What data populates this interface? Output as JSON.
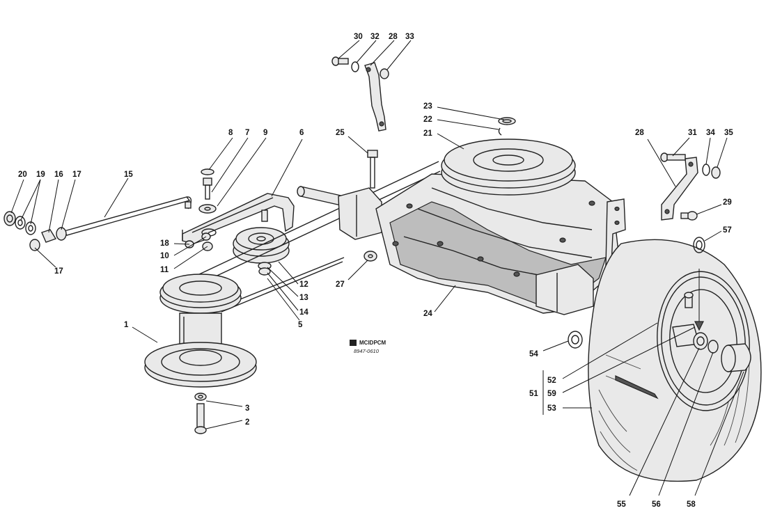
{
  "diagram": {
    "logo_text": "MCIDPCM",
    "drawing_code": "8947-0610",
    "group_bracket_label": "51"
  },
  "callouts": [
    {
      "id": "c1",
      "text": "1"
    },
    {
      "id": "c2",
      "text": "2"
    },
    {
      "id": "c3",
      "text": "3"
    },
    {
      "id": "c5",
      "text": "5"
    },
    {
      "id": "c6",
      "text": "6"
    },
    {
      "id": "c7",
      "text": "7"
    },
    {
      "id": "c8",
      "text": "8"
    },
    {
      "id": "c9",
      "text": "9"
    },
    {
      "id": "c10",
      "text": "10"
    },
    {
      "id": "c11",
      "text": "11"
    },
    {
      "id": "c12",
      "text": "12"
    },
    {
      "id": "c13",
      "text": "13"
    },
    {
      "id": "c14",
      "text": "14"
    },
    {
      "id": "c15",
      "text": "15"
    },
    {
      "id": "c16",
      "text": "16"
    },
    {
      "id": "c17a",
      "text": "17"
    },
    {
      "id": "c17b",
      "text": "17"
    },
    {
      "id": "c18",
      "text": "18"
    },
    {
      "id": "c19",
      "text": "19"
    },
    {
      "id": "c20",
      "text": "20"
    },
    {
      "id": "c21",
      "text": "21"
    },
    {
      "id": "c22",
      "text": "22"
    },
    {
      "id": "c23",
      "text": "23"
    },
    {
      "id": "c24",
      "text": "24"
    },
    {
      "id": "c25",
      "text": "25"
    },
    {
      "id": "c27",
      "text": "27"
    },
    {
      "id": "c28a",
      "text": "28"
    },
    {
      "id": "c28b",
      "text": "28"
    },
    {
      "id": "c29",
      "text": "29"
    },
    {
      "id": "c30",
      "text": "30"
    },
    {
      "id": "c31",
      "text": "31"
    },
    {
      "id": "c32",
      "text": "32"
    },
    {
      "id": "c33",
      "text": "33"
    },
    {
      "id": "c34",
      "text": "34"
    },
    {
      "id": "c35",
      "text": "35"
    },
    {
      "id": "c52",
      "text": "52"
    },
    {
      "id": "c53",
      "text": "53"
    },
    {
      "id": "c54",
      "text": "54"
    },
    {
      "id": "c55",
      "text": "55"
    },
    {
      "id": "c56",
      "text": "56"
    },
    {
      "id": "c57",
      "text": "57"
    },
    {
      "id": "c58",
      "text": "58"
    },
    {
      "id": "c59",
      "text": "59"
    }
  ]
}
